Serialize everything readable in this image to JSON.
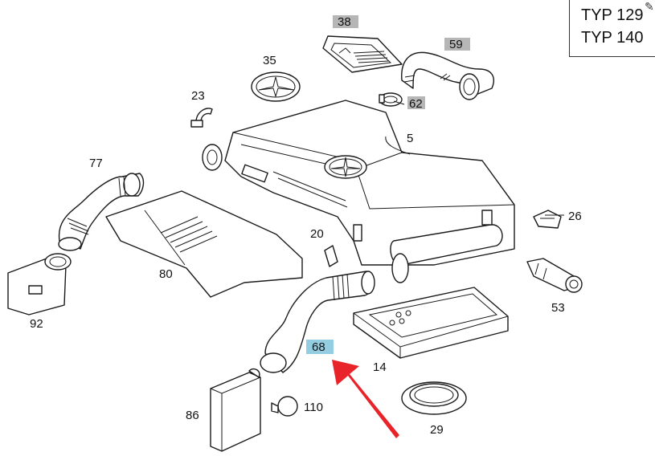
{
  "typ_box": {
    "line1": "TYP 129",
    "line2": "TYP 140"
  },
  "edit_icon": "pencil-edit-icon",
  "highlight_colors": {
    "gray_tag": "#a9a9a9",
    "blue_tag": "#8ecae0",
    "arrow": "#e8232a"
  },
  "labels": {
    "p38": "38",
    "p59": "59",
    "p35": "35",
    "p62": "62",
    "p23": "23",
    "p5": "5",
    "p77": "77",
    "p26": "26",
    "p20": "20",
    "p80": "80",
    "p53": "53",
    "p92": "92",
    "p68": "68",
    "p14": "14",
    "p86": "86",
    "p110": "110",
    "p29": "29"
  }
}
